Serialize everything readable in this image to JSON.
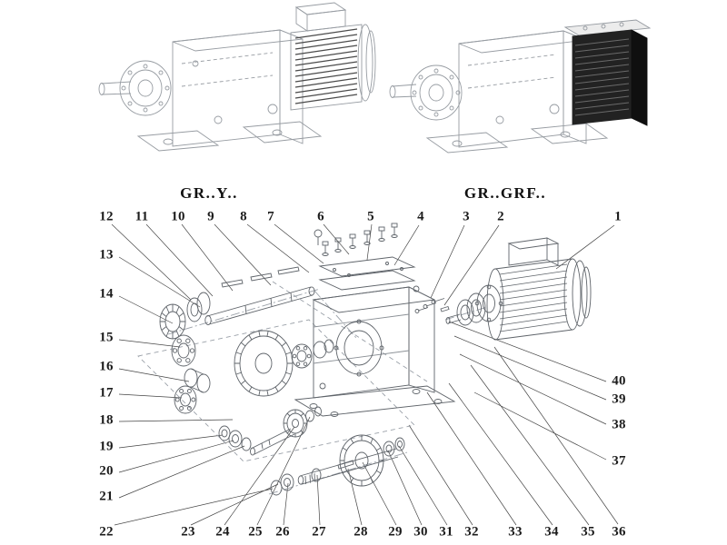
{
  "views": {
    "left_label": "GR..Y..",
    "right_label": "GR..GRF.."
  },
  "callouts": {
    "top": [
      "12",
      "11",
      "10",
      "9",
      "8",
      "7",
      "6",
      "5",
      "4",
      "3",
      "2",
      "1"
    ],
    "left": [
      "13",
      "14",
      "15",
      "16",
      "17",
      "18",
      "19",
      "20",
      "21"
    ],
    "bottom_left": "22",
    "bottom": [
      "23",
      "24",
      "25",
      "26",
      "27",
      "28",
      "29",
      "30",
      "31",
      "32",
      "33",
      "34",
      "35"
    ],
    "bottom_right": "36",
    "right": [
      "37",
      "38",
      "39",
      "40"
    ]
  },
  "style": {
    "drawing_line_color": "#8f949b",
    "exploded_line_color": "#5f646a",
    "leader_line_color": "#454545",
    "callout_text_color": "#1c1c1c",
    "dark_cover_fill": "#222222"
  }
}
